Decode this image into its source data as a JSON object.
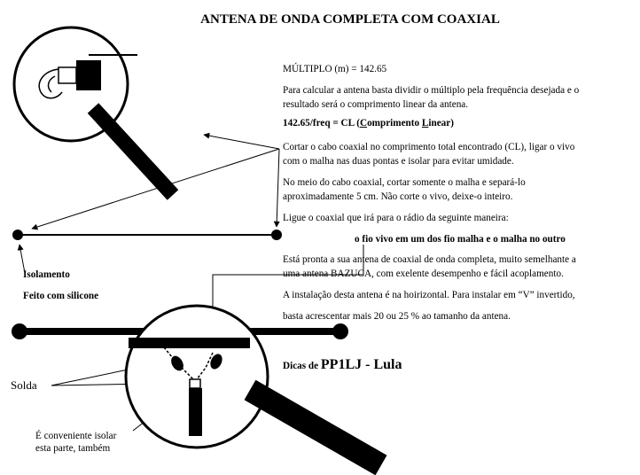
{
  "title": "ANTENA DE ONDA COMPLETA COM COAXIAL",
  "text": {
    "multiplo": "MÚLTIPLO (m) = 142.65",
    "calc1": "Para calcular a antena basta dividir o múltiplo pela frequência desejada e o",
    "calc2": "resultado será o comprimento linear da antena.",
    "formula_a": "142.65/freq = CL (",
    "formula_c": "C",
    "formula_b": "omprimento ",
    "formula_l": "L",
    "formula_d": "inear)",
    "cortar1": "Cortar o cabo coaxial no comprimento total encontrado (CL), ligar o vivo",
    "cortar2": "com o malha nas duas pontas e isolar para evitar umidade.",
    "meio1": "No meio do cabo coaxial, cortar somente o malha e separá-lo",
    "meio2": "aproximadamente 5 cm. Não corte o vivo, deixe-o inteiro.",
    "ligue": "Ligue o coaxial que irá para o rádio da seguinte maneira:",
    "vivo": "o  fio vivo em um dos fio malha e o  malha no outro",
    "pronta1": "Está pronta a sua antena de coaxial de onda completa, muito semelhante a",
    "pronta2": "uma  antena BAZUCA, com exelente desempenho e fácil acoplamento.",
    "instal1": "A instalação desta antena é na hoirizontal. Para instalar em “V” invertido,",
    "instal2": "basta acrescentar mais 20  ou 25 % ao tamanho da antena.",
    "dicas_label": "Dicas de ",
    "dicas_author": "PP1LJ - Lula",
    "isolamento": "Isolamento",
    "silicone": "Feito com silicone",
    "solda": "Solda",
    "conveniente1": "É conveniente isolar",
    "conveniente2": "esta parte, também"
  }
}
